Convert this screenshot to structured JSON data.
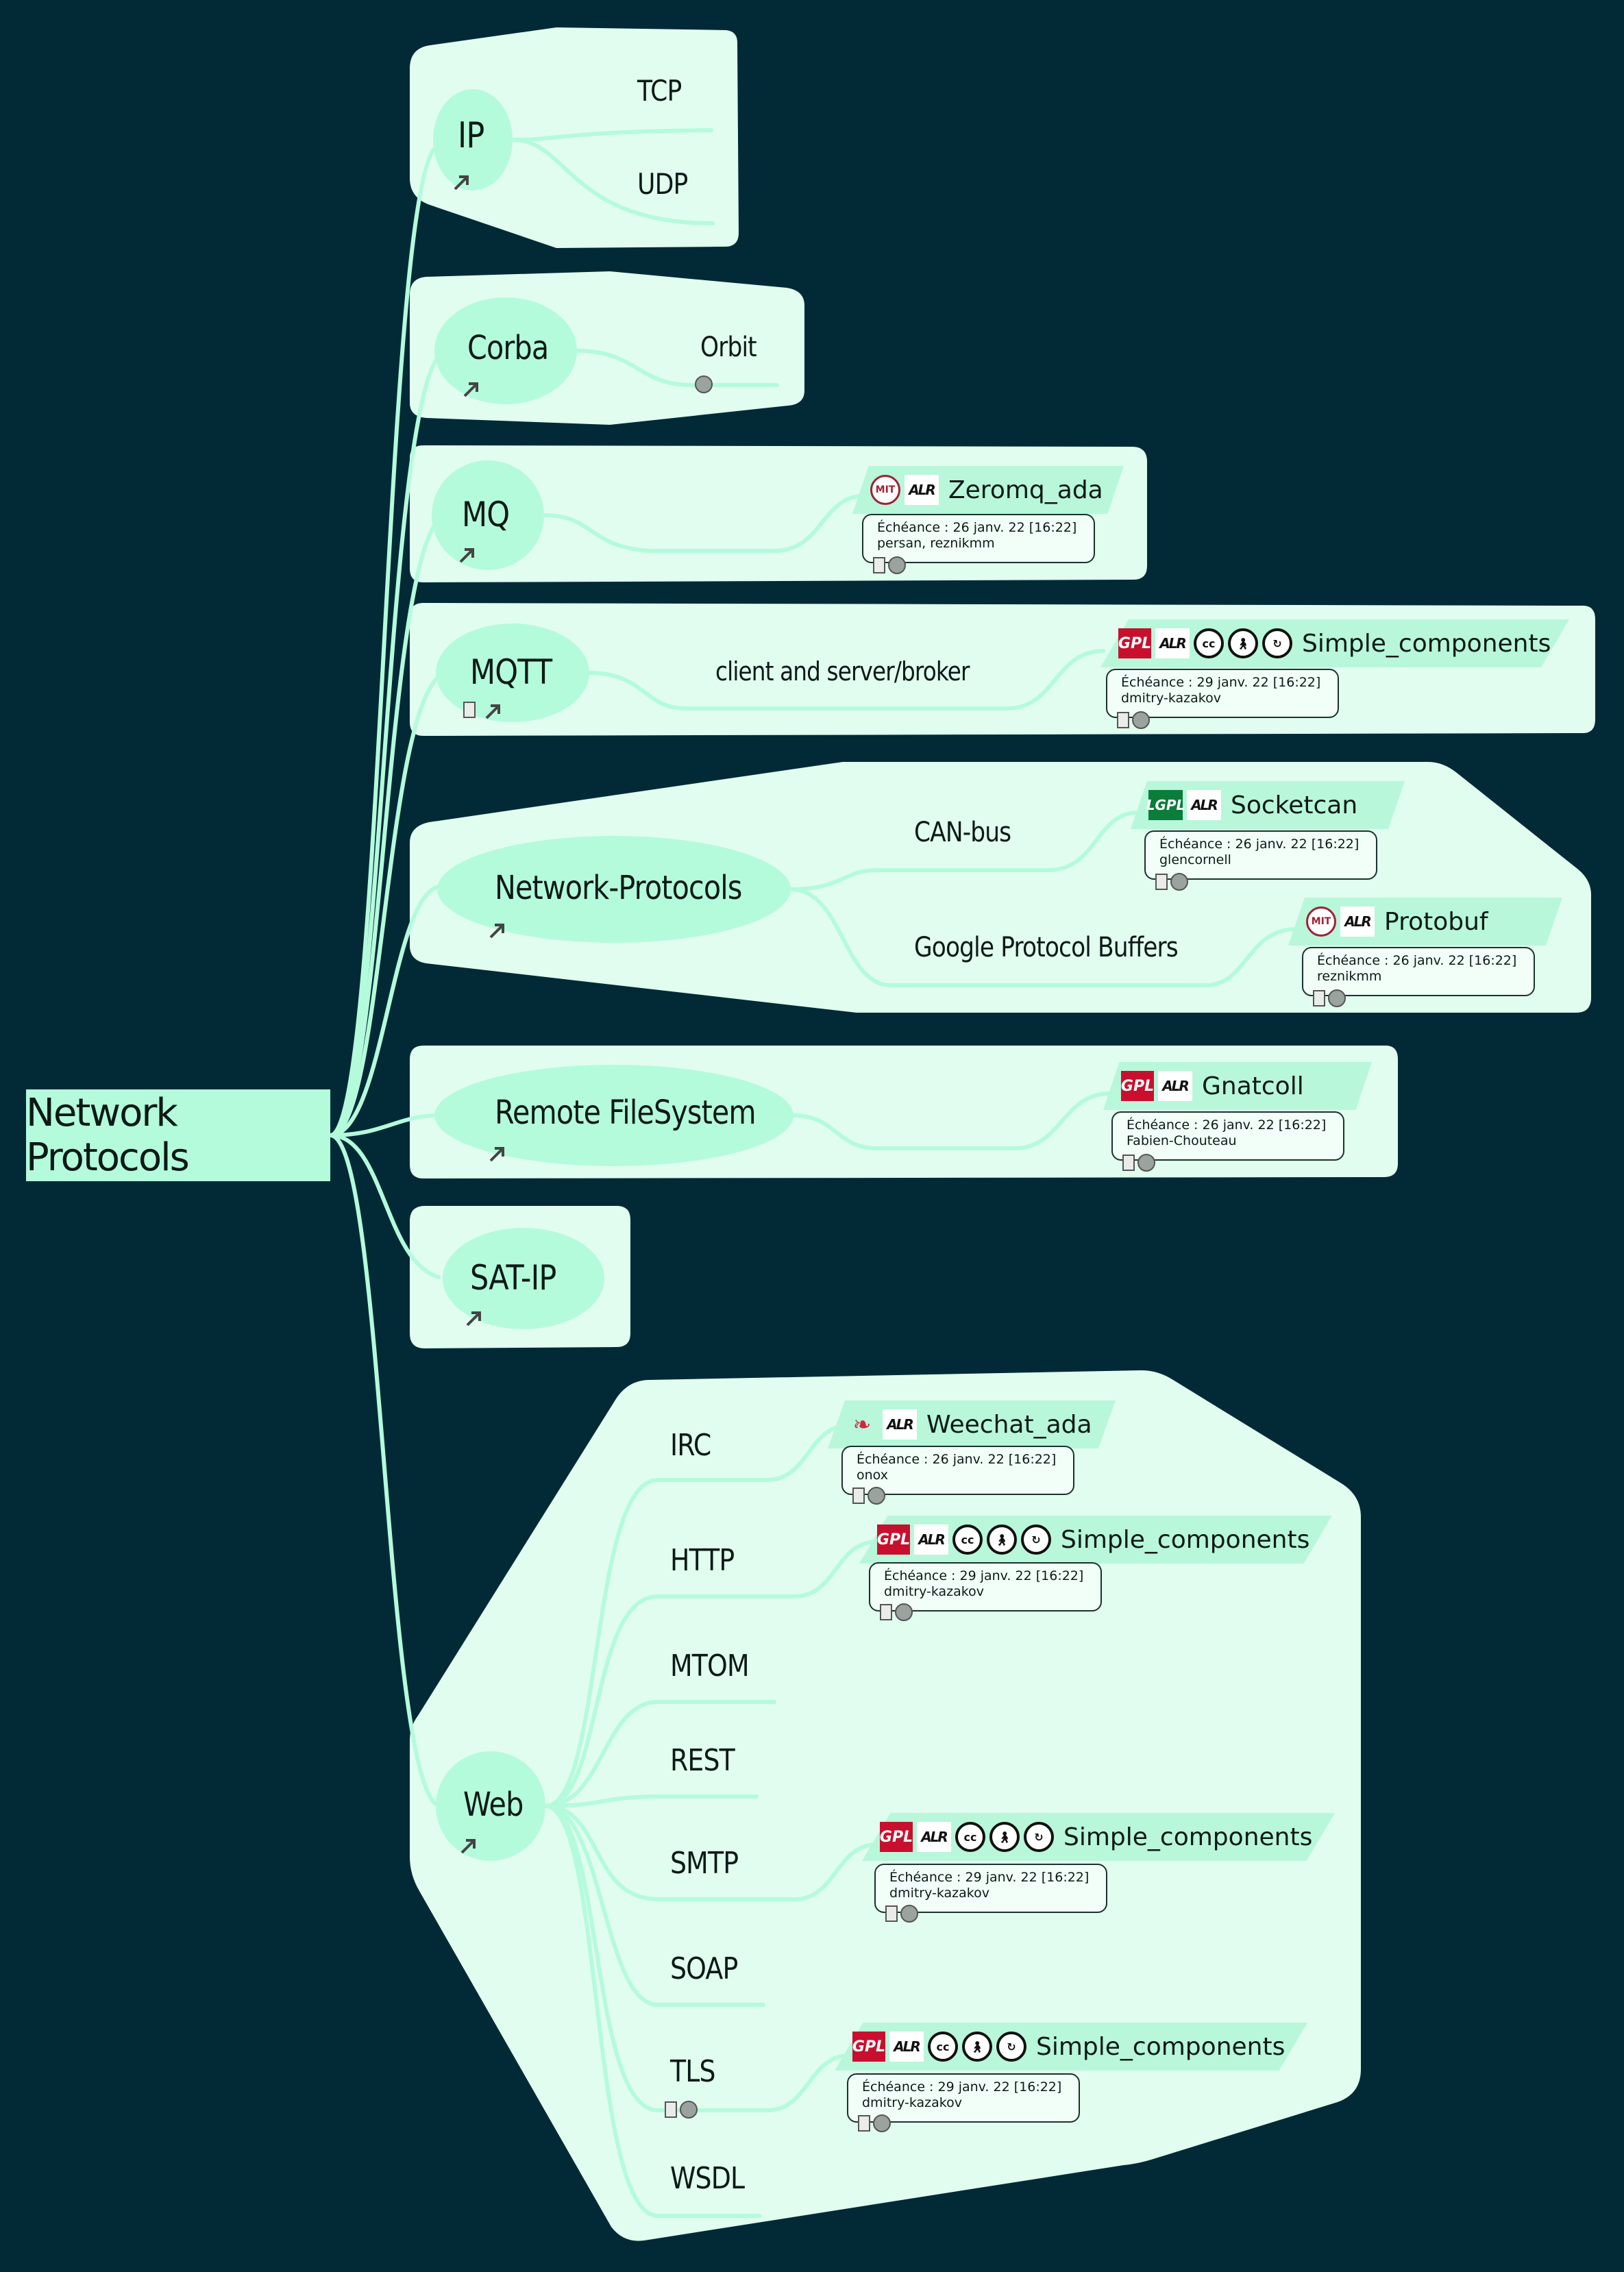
{
  "root": {
    "label": "Network Protocols"
  },
  "groups": [
    {
      "id": "ip",
      "label": "IP",
      "children": [
        "TCP",
        "UDP"
      ]
    },
    {
      "id": "corba",
      "label": "Corba",
      "children": [
        "Orbit"
      ]
    },
    {
      "id": "mq",
      "label": "MQ",
      "children": []
    },
    {
      "id": "mqtt",
      "label": "MQTT",
      "children": [
        "client and server/broker"
      ]
    },
    {
      "id": "netproto",
      "label": "Network-Protocols",
      "children": [
        "CAN-bus",
        "Google Protocol Buffers"
      ]
    },
    {
      "id": "rfs",
      "label": "Remote FileSystem",
      "children": []
    },
    {
      "id": "satip",
      "label": "SAT-IP",
      "children": []
    },
    {
      "id": "web",
      "label": "Web",
      "children": [
        "IRC",
        "HTTP",
        "MTOM",
        "REST",
        "SMTP",
        "SOAP",
        "TLS",
        "WSDL"
      ]
    }
  ],
  "crates": [
    {
      "name": "Zeromq_ada",
      "licenses": [
        "MIT",
        "ALR"
      ],
      "due": "Échéance : 26 janv. 22 [16:22]",
      "who": "persan, reznikmm"
    },
    {
      "name": "Simple_components",
      "licenses": [
        "GPL",
        "ALR",
        "CC",
        "BY",
        "SA"
      ],
      "due": "Échéance : 29 janv. 22 [16:22]",
      "who": "dmitry-kazakov"
    },
    {
      "name": "Socketcan",
      "licenses": [
        "LGPL",
        "ALR"
      ],
      "due": "Échéance : 26 janv. 22 [16:22]",
      "who": "glencornell"
    },
    {
      "name": "Protobuf",
      "licenses": [
        "MIT",
        "ALR"
      ],
      "due": "Échéance : 26 janv. 22 [16:22]",
      "who": "reznikmm"
    },
    {
      "name": "Gnatcoll",
      "licenses": [
        "GPL",
        "ALR"
      ],
      "due": "Échéance : 26 janv. 22 [16:22]",
      "who": "Fabien-Chouteau"
    },
    {
      "name": "Weechat_ada",
      "licenses": [
        "Apache",
        "ALR"
      ],
      "due": "Échéance : 26 janv. 22 [16:22]",
      "who": "onox"
    },
    {
      "name": "Simple_components",
      "licenses": [
        "GPL",
        "ALR",
        "CC",
        "BY",
        "SA"
      ],
      "due": "Échéance : 29 janv. 22 [16:22]",
      "who": "dmitry-kazakov"
    },
    {
      "name": "Simple_components",
      "licenses": [
        "GPL",
        "ALR",
        "CC",
        "BY",
        "SA"
      ],
      "due": "Échéance : 29 janv. 22 [16:22]",
      "who": "dmitry-kazakov"
    },
    {
      "name": "Simple_components",
      "licenses": [
        "GPL",
        "ALR",
        "CC",
        "BY",
        "SA"
      ],
      "due": "Échéance : 29 janv. 22 [16:22]",
      "who": "dmitry-kazakov"
    }
  ],
  "license_text": {
    "GPL": "GPL",
    "LGPL": "LGPL",
    "MIT": "MIT",
    "ALR": "ALR",
    "CC": "cc"
  },
  "colors": {
    "background": "#022a36",
    "panel": "#e1fdef",
    "node": "#b4fbdc",
    "edge": "#b4fbdc",
    "tag": "#b8f7da"
  },
  "icons": {
    "doc": "document-icon",
    "link": "link-icon",
    "arrow": "external-arrow-icon"
  }
}
